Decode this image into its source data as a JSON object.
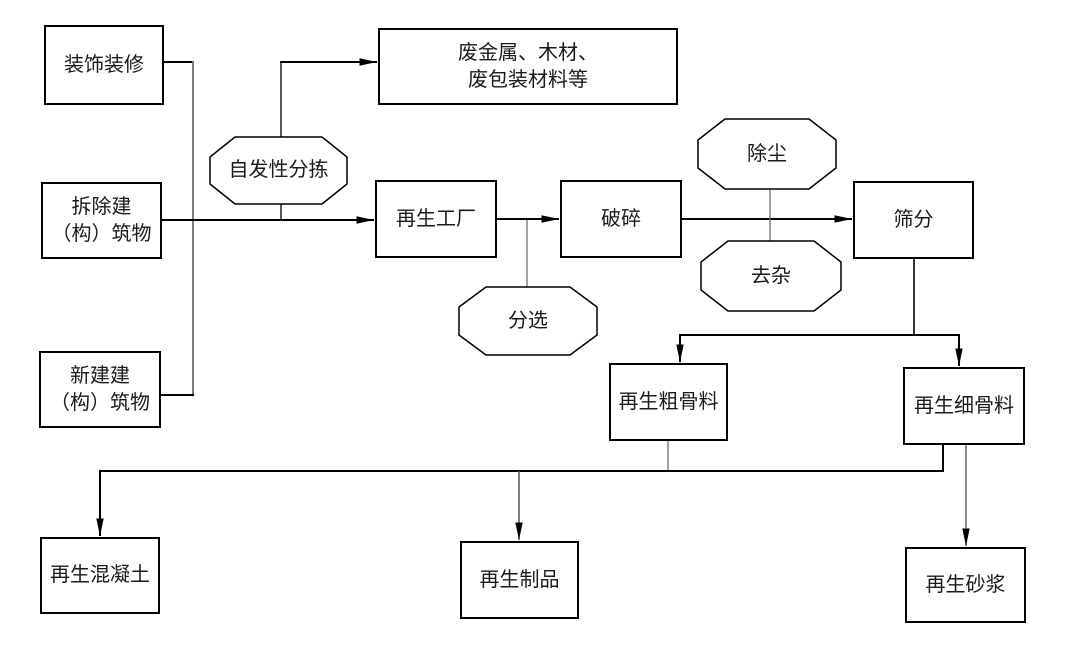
{
  "diagram": {
    "type": "flowchart",
    "subject": "construction-waste-recycling-process",
    "colors": {
      "background": "#ffffff",
      "line": "#000000",
      "thin_line": "#6e6e6e",
      "gray_line": "#7d7d7d",
      "border": "#000000",
      "text": "#1a1a1a"
    },
    "nodes": {
      "decoration": {
        "label": "装饰装修",
        "shape": "rect"
      },
      "demolition": {
        "label": "拆除建\n（构）筑物",
        "shape": "rect"
      },
      "newbuild": {
        "label": "新建建\n（构）筑物",
        "shape": "rect"
      },
      "spontaneous_sorting": {
        "label": "自发性分拣",
        "shape": "octagon"
      },
      "waste_materials": {
        "label": "废金属、木材、\n废包装材料等",
        "shape": "rect"
      },
      "recycling_factory": {
        "label": "再生工厂",
        "shape": "rect"
      },
      "crushing": {
        "label": "破碎",
        "shape": "rect"
      },
      "sorting": {
        "label": "分选",
        "shape": "octagon"
      },
      "dust_removal": {
        "label": "除尘",
        "shape": "octagon"
      },
      "impurity_removal": {
        "label": "去杂",
        "shape": "octagon"
      },
      "screening": {
        "label": "筛分",
        "shape": "rect"
      },
      "coarse_aggregate": {
        "label": "再生粗骨料",
        "shape": "rect"
      },
      "fine_aggregate": {
        "label": "再生细骨料",
        "shape": "rect"
      },
      "recycled_concrete": {
        "label": "再生混凝土",
        "shape": "rect"
      },
      "recycled_products": {
        "label": "再生制品",
        "shape": "rect"
      },
      "recycled_mortar": {
        "label": "再生砂浆",
        "shape": "rect"
      }
    },
    "edges": [
      {
        "from": "decoration",
        "to": "recycling_factory",
        "via": "trunk",
        "arrow": true
      },
      {
        "from": "demolition",
        "to": "recycling_factory",
        "via": "trunk",
        "arrow": true
      },
      {
        "from": "newbuild",
        "to": "recycling_factory",
        "via": "trunk",
        "arrow": true
      },
      {
        "from": "spontaneous_sorting",
        "to": "waste_materials",
        "arrow": true
      },
      {
        "from": "trunk",
        "to": "spontaneous_sorting",
        "arrow": false
      },
      {
        "from": "recycling_factory",
        "to": "crushing",
        "arrow": true
      },
      {
        "from": "sorting",
        "to": "recycling_factory-crushing-link",
        "arrow": false
      },
      {
        "from": "crushing",
        "to": "screening",
        "arrow": true
      },
      {
        "from": "dust_removal",
        "to": "impurity_removal",
        "crosses": "crushing-screening-link",
        "arrow": false
      },
      {
        "from": "screening",
        "to": "coarse_aggregate",
        "arrow": true
      },
      {
        "from": "screening",
        "to": "fine_aggregate",
        "arrow": true
      },
      {
        "from": "coarse_aggregate",
        "to": "collector",
        "arrow": false
      },
      {
        "from": "fine_aggregate",
        "to": "collector",
        "arrow": false
      },
      {
        "from": "collector",
        "to": "recycled_concrete",
        "arrow": true
      },
      {
        "from": "collector",
        "to": "recycled_products",
        "arrow": true
      },
      {
        "from": "fine_aggregate",
        "to": "recycled_mortar",
        "arrow": true
      }
    ]
  }
}
